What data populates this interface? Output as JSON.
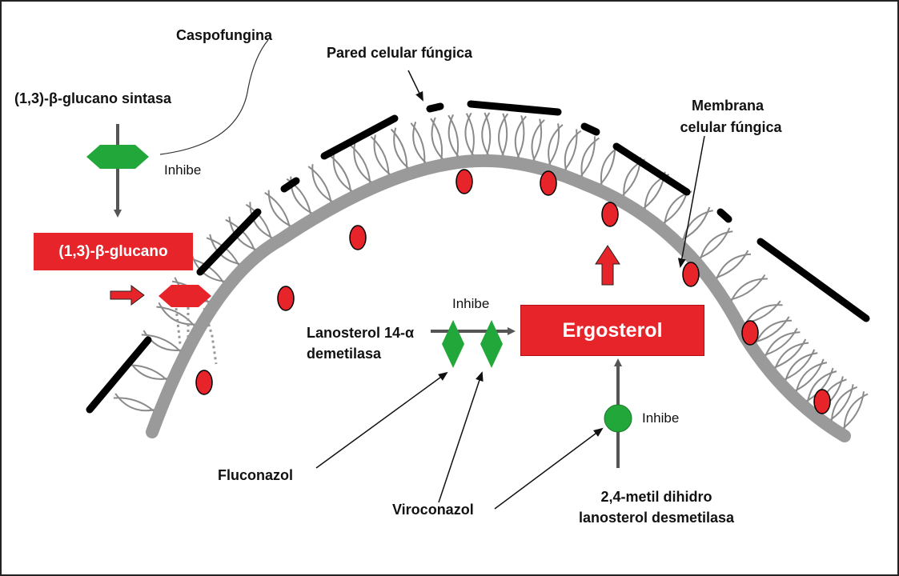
{
  "labels": {
    "caspofungina": "Caspofungina",
    "glucano_sintasa": "(1,3)-β-glucano sintasa",
    "inhibe_1": "Inhibe",
    "glucano": "(1,3)-β-glucano",
    "pared": "Pared celular fúngica",
    "membrana_line1": "Membrana",
    "membrana_line2": "celular fúngica",
    "lanosterol_line1": "Lanosterol 14-α",
    "lanosterol_line2": "demetilasa",
    "inhibe_2": "Inhibe",
    "ergosterol": "Ergosterol",
    "inhibe_3": "Inhibe",
    "fluconazol": "Fluconazol",
    "viroconazol": "Viroconazol",
    "metil_line1": "2,4-metil dihidro",
    "metil_line2": "lanosterol desmetilasa"
  },
  "colors": {
    "red": "#e8242b",
    "green": "#22a83a",
    "membrane_gray": "#9a9a9a",
    "hatch_gray": "#8a8a8a",
    "wall_black": "#000000"
  },
  "icons": {
    "glucan_synthase": "green-hexagon-icon",
    "glucan_product": "red-hexagon-icon",
    "azole_target": "green-diamond-icon",
    "demethylase": "green-circle-icon",
    "membrane_protein": "red-oval-icon"
  }
}
